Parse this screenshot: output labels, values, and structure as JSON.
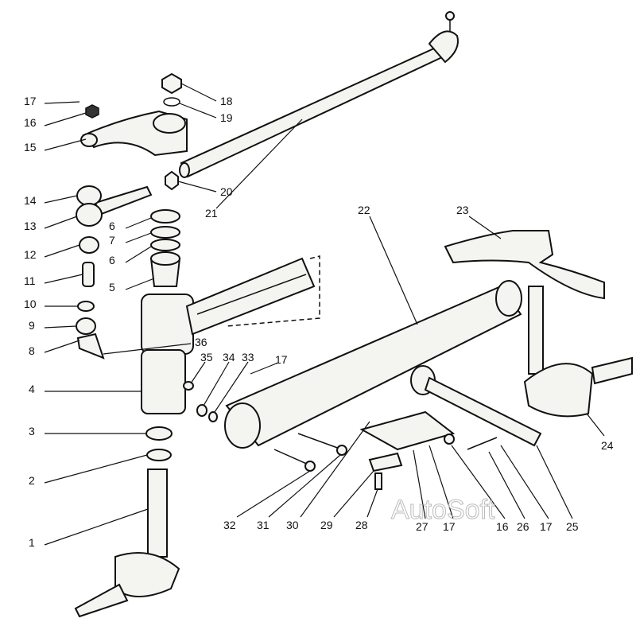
{
  "diagram": {
    "title": "Steering linkage exploded view",
    "watermark": "AutoSoft",
    "labels": [
      "17",
      "16",
      "15",
      "18",
      "19",
      "20",
      "21",
      "14",
      "13",
      "6",
      "7",
      "6",
      "12",
      "5",
      "11",
      "10",
      "9",
      "8",
      "36",
      "35",
      "34",
      "33",
      "17",
      "4",
      "3",
      "2",
      "1",
      "22",
      "23",
      "24",
      "25",
      "17",
      "26",
      "16",
      "17",
      "27",
      "28",
      "29",
      "30",
      "31",
      "32"
    ]
  }
}
